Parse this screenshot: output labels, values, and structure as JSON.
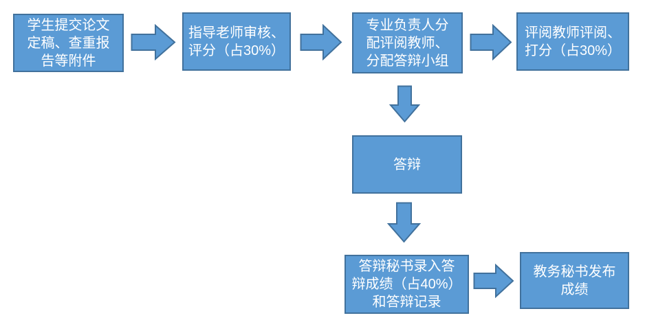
{
  "diagram": {
    "type": "flowchart",
    "colors": {
      "background": "#FFFFFF",
      "node_fill": "#5B9BD5",
      "node_border": "#41719C",
      "node_text": "#FFFFFF"
    },
    "nodes": [
      {
        "id": "student-submit",
        "label": "学生提交论文\n定稿、查重报\n告等附件"
      },
      {
        "id": "advisor-review",
        "label": "指导老师审核、\n评分（占30%）"
      },
      {
        "id": "assign-reviewers",
        "label": "专业负责人分\n配评阅教师、\n分配答辩小组"
      },
      {
        "id": "reviewer-scoring",
        "label": "评阅教师评阅、\n打分（占30%）"
      },
      {
        "id": "defense",
        "label": "答辩"
      },
      {
        "id": "secretary-record",
        "label": "答辩秘书录入答\n辩成绩（占40%）\n和答辩记录"
      },
      {
        "id": "publish-grades",
        "label": "教务秘书发布\n成绩"
      }
    ],
    "connections": [
      {
        "from": "student-submit",
        "to": "advisor-review",
        "direction": "right"
      },
      {
        "from": "advisor-review",
        "to": "assign-reviewers",
        "direction": "right"
      },
      {
        "from": "assign-reviewers",
        "to": "reviewer-scoring",
        "direction": "right"
      },
      {
        "from": "assign-reviewers",
        "to": "defense",
        "direction": "down"
      },
      {
        "from": "defense",
        "to": "secretary-record",
        "direction": "down"
      },
      {
        "from": "secretary-record",
        "to": "publish-grades",
        "direction": "right"
      }
    ]
  }
}
